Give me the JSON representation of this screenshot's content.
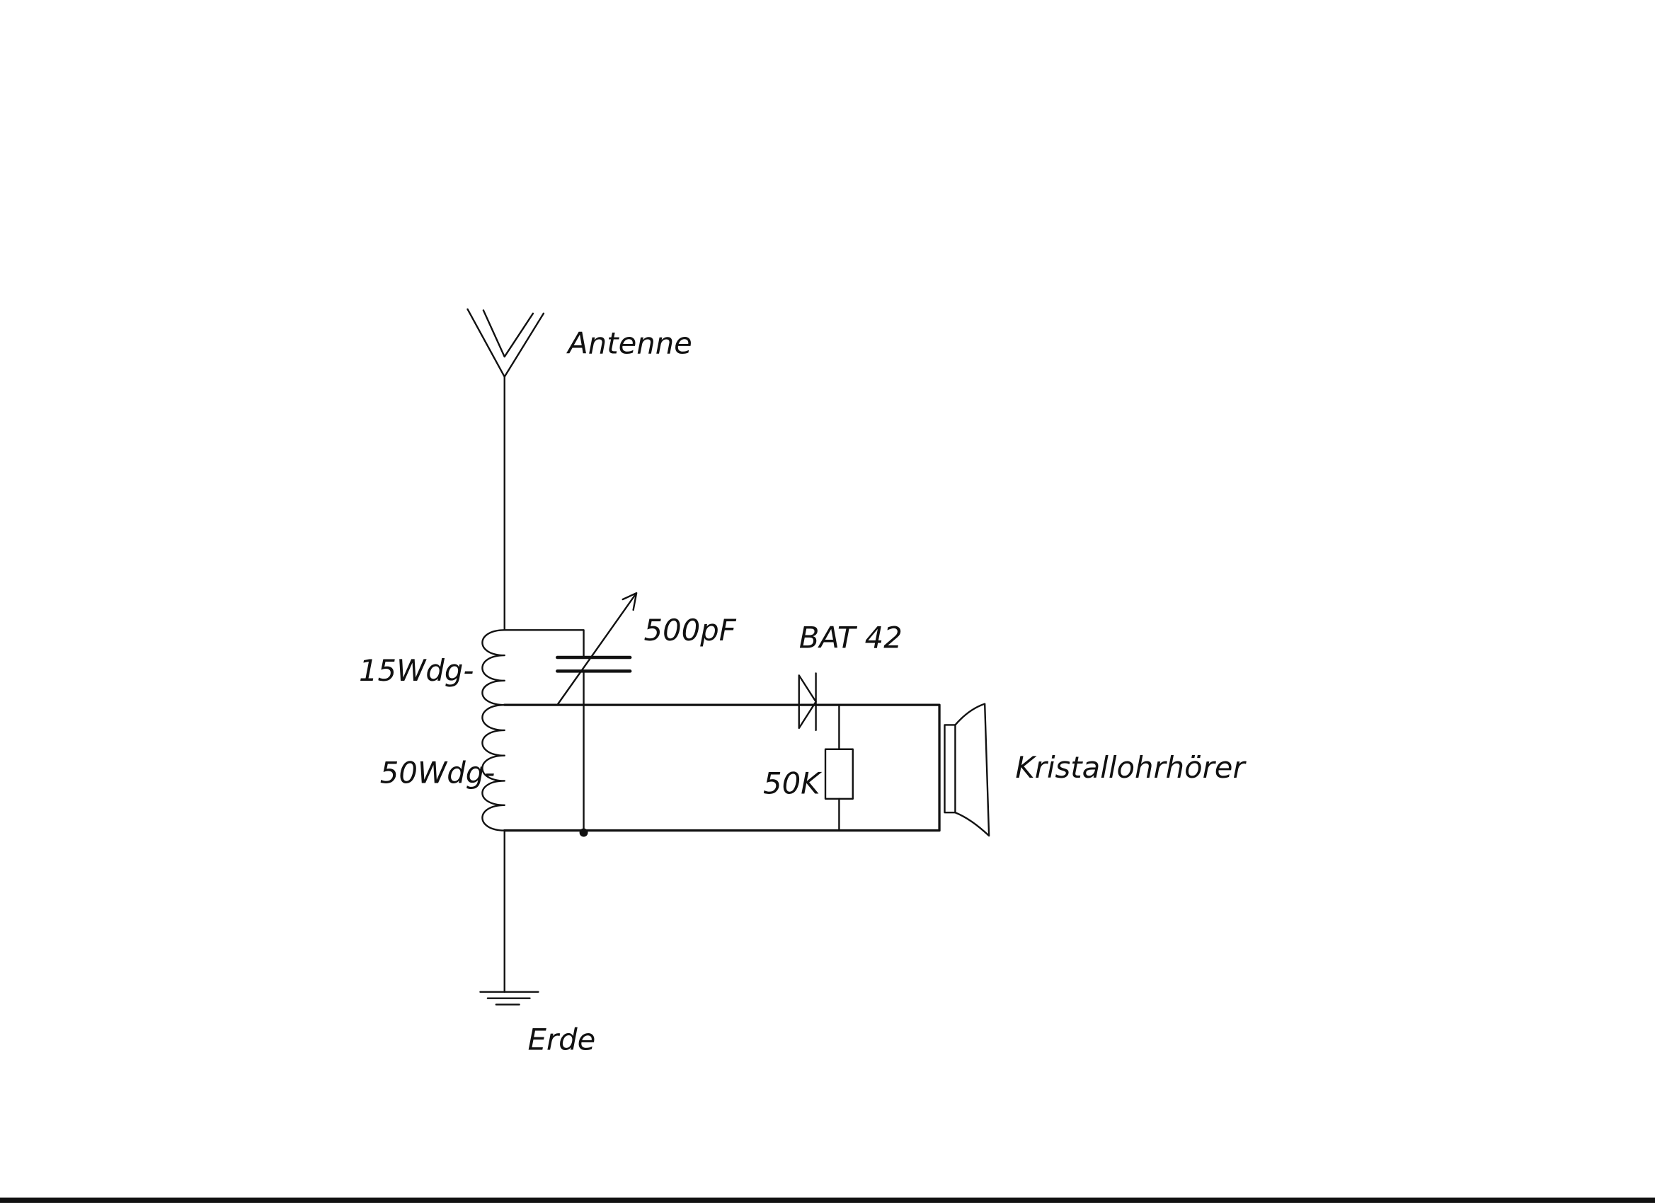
{
  "diagram": {
    "type": "crystal radio schematic (hand-drawn)",
    "labels": {
      "antenna": "Antenne",
      "capacitor": "500pF",
      "diode": "BAT 42",
      "coil_upper": "15Wdg-",
      "coil_lower": "50Wdg-",
      "resistor": "50K",
      "earpiece": "Kristallohrhörer",
      "ground": "Erde"
    },
    "colors": {
      "ink": "#111111",
      "paper": "#ffffff"
    }
  }
}
